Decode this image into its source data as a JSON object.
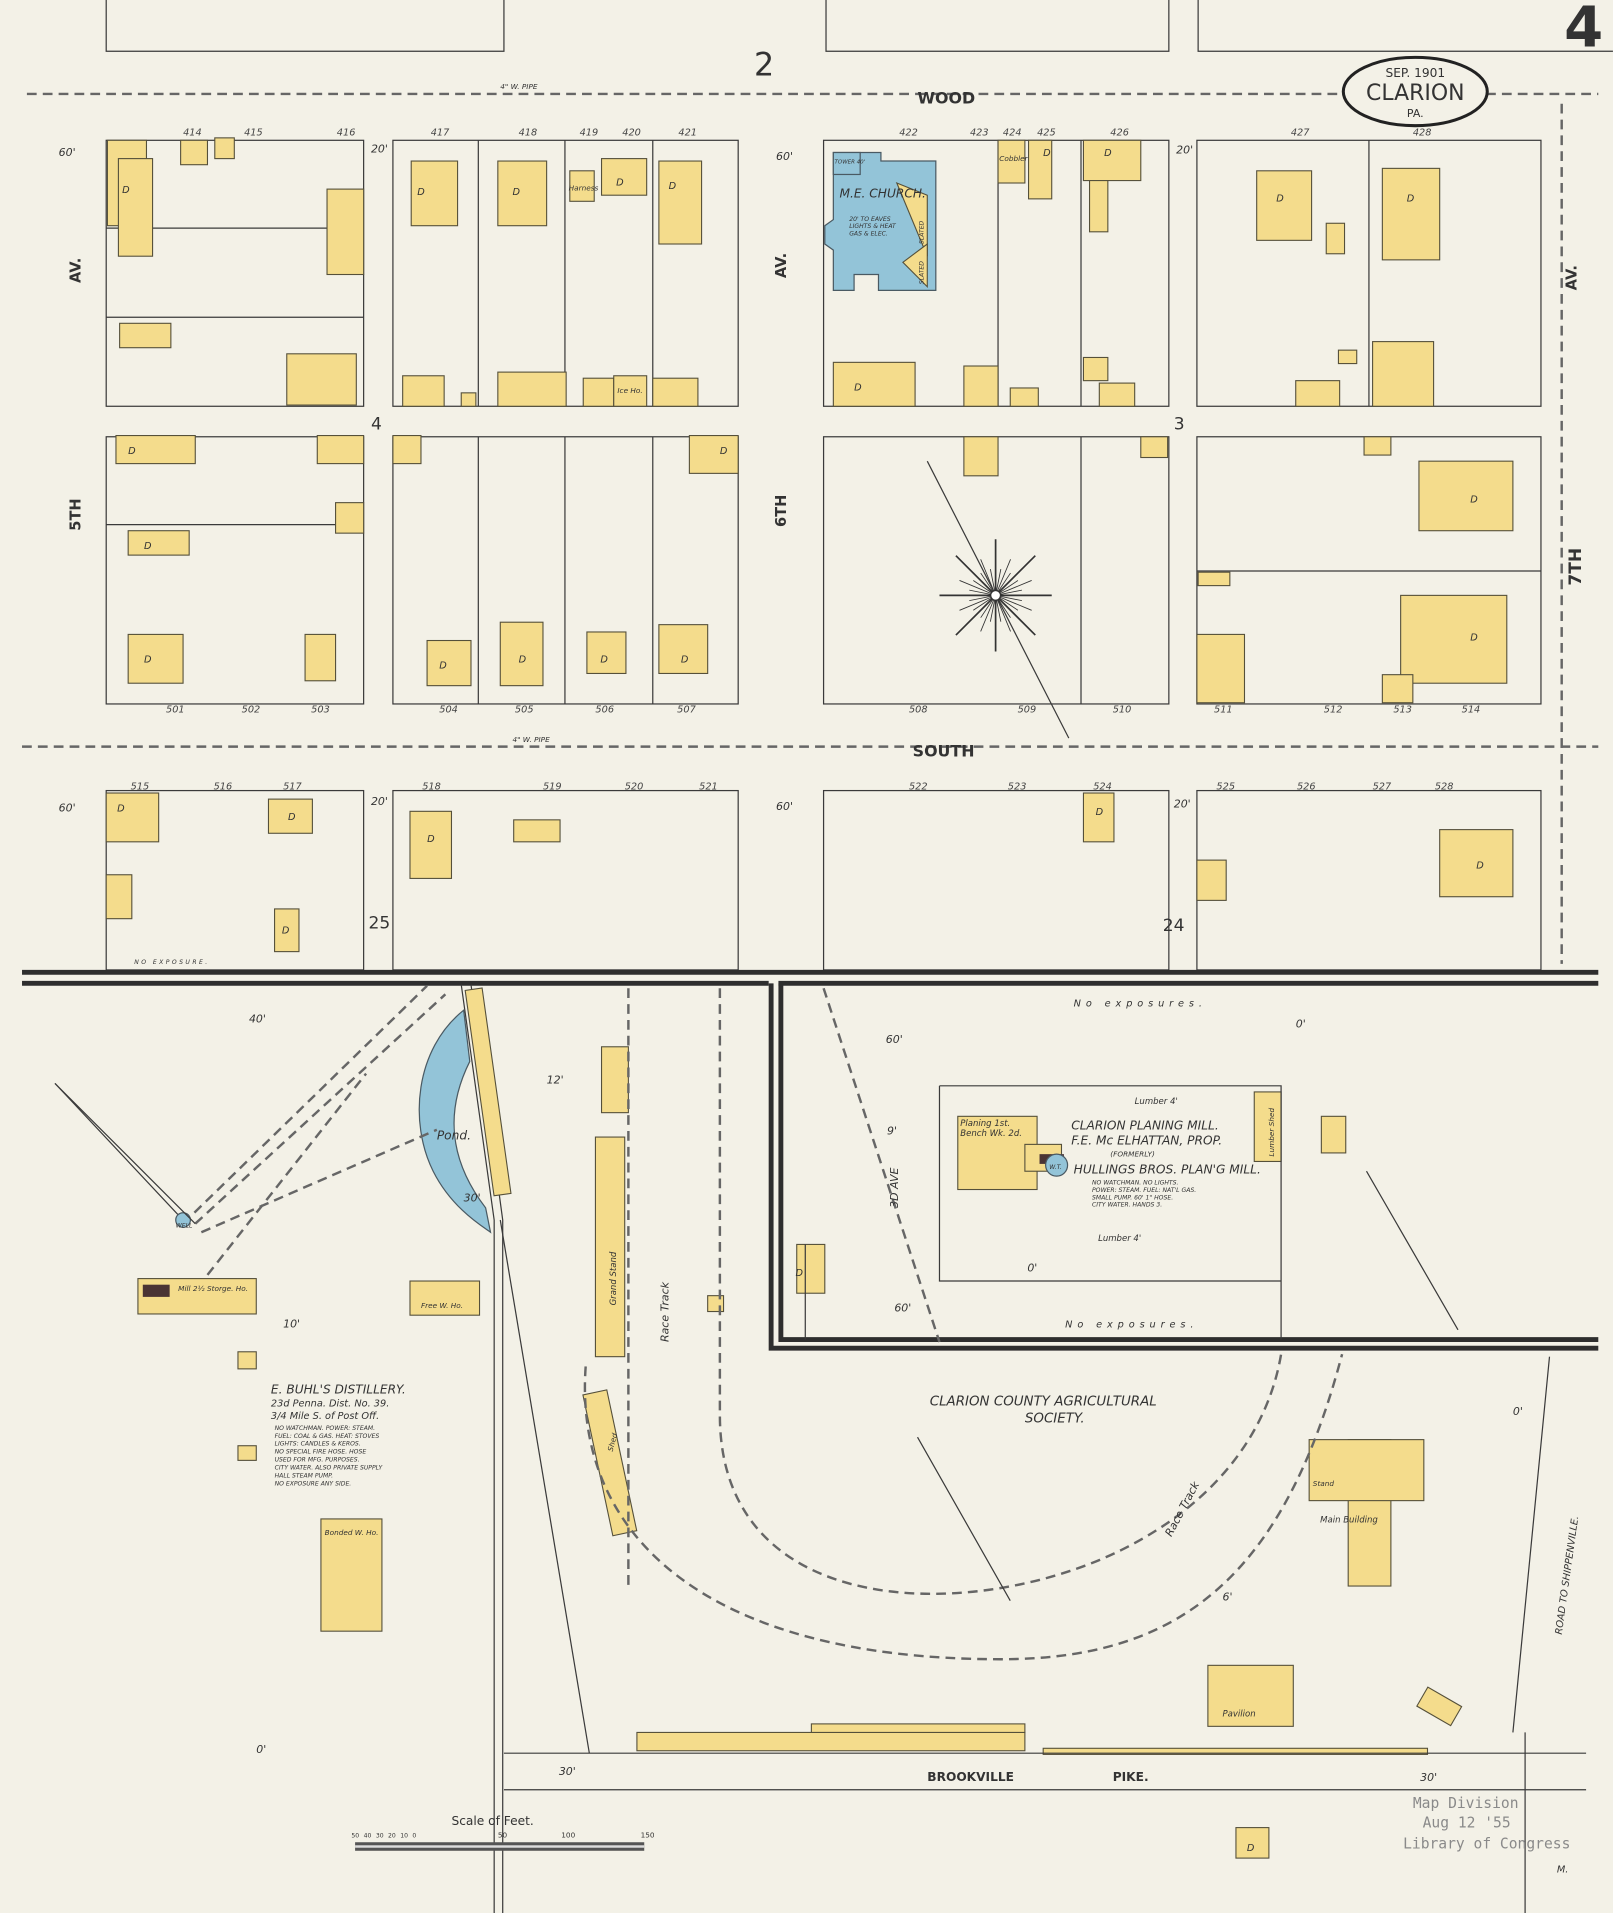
{
  "sheet": {
    "number": "4",
    "adjacent_sheet": "2",
    "cartouche": {
      "date": "SEP. 1901",
      "town": "CLARION",
      "state": "PA."
    }
  },
  "streets": {
    "wood": "WOOD",
    "south": "SOUTH",
    "fifth_av": "5TH",
    "sixth_av": "6TH",
    "seventh_av": "7TH",
    "av_label": "AV.",
    "third_ave": "3D AVE",
    "brookville_pike_1": "BROOKVILLE",
    "brookville_pike_2": "PIKE.",
    "road_to_shippenville": "ROAD TO SHIPPENVILLE.",
    "water_pipe": "4\" W. PIPE"
  },
  "block_numbers": [
    "4",
    "3",
    "25",
    "24"
  ],
  "lot_numbers": {
    "row1": [
      "414",
      "415",
      "416",
      "417",
      "418",
      "419",
      "420",
      "421",
      "422",
      "423",
      "424",
      "425",
      "426",
      "427",
      "428"
    ],
    "row2": [
      "501",
      "502",
      "503",
      "504",
      "505",
      "506",
      "507",
      "508",
      "509",
      "510",
      "511",
      "512",
      "513",
      "514"
    ],
    "row3": [
      "515",
      "516",
      "517",
      "518",
      "519",
      "520",
      "521",
      "522",
      "523",
      "524",
      "525",
      "526",
      "527",
      "528"
    ]
  },
  "widths": [
    "60'",
    "20'",
    "60'",
    "20'",
    "60'",
    "20'",
    "60'",
    "20'",
    "60'",
    "60'",
    "30'",
    "30'",
    "40'",
    "12'",
    "10'",
    "0'",
    "6'",
    "0'",
    "30'",
    "9'",
    "0'",
    "0'"
  ],
  "buildings": {
    "church": {
      "name": "M.E. CHURCH.",
      "note1": "20' TO EAVES",
      "note2": "LIGHTS & HEAT",
      "note3": "GAS & ELEC.",
      "tower": "TOWER 40'",
      "slated": "SLATED"
    },
    "cobbler": "Cobbler",
    "harness": "Harness",
    "ice_ho": "Ice Ho.",
    "dwelling": "D",
    "planing_mill": {
      "title": "CLARION PLANING MILL.",
      "prop": "F.E. Mc ELHATTAN, PROP.",
      "formerly": "(FORMERLY)",
      "former_name": "HULLINGS BROS. PLAN'G MILL.",
      "notes": [
        "NO WATCHMAN. NO LIGHTS.",
        "POWER: STEAM. FUEL: NAT'L GAS.",
        "SMALL PUMP. 60' 1\" HOSE.",
        "CITY WATER. HANDS 3."
      ],
      "bench": "Planing 1st. Bench Wk. 2d.",
      "water_tank": "W.T.",
      "lumber": "Lumber 4'",
      "lumber_shed": "Lumber Shed"
    },
    "distillery": {
      "title": "E. BUHL'S DISTILLERY.",
      "line2": "23d Penna. Dist. No. 39.",
      "line3": "3/4 Mile S. of Post Off.",
      "notes": [
        "NO WATCHMAN. POWER: STEAM.",
        "FUEL: COAL & GAS. HEAT: STOVES",
        "LIGHTS: CANDLES & KEROS.",
        "NO SPECIAL FIRE HOSE. HOSE",
        "USED FOR MFG. PURPOSES.",
        "CITY WATER. ALSO PRIVATE SUPPLY",
        "HALL STEAM PUMP.",
        "NO EXPOSURE ANY SIDE."
      ],
      "mill": "Mill 2½ Storge. Ho.",
      "well": "WELL",
      "bonded": "Bonded W. Ho.",
      "free": "Free W. Ho."
    },
    "pond": "Pond.",
    "grand_stand": "Grand Stand",
    "race_track": "Race Track",
    "shed": "Shed",
    "stand": "Stand",
    "main_building": "Main Building",
    "pavilion": "Pavilion",
    "society_1": "CLARION COUNTY AGRICULTURAL",
    "society_2": "SOCIETY.",
    "no_exposures": "No exposures.",
    "no_exposure": "NO EXPOSURE."
  },
  "scale": {
    "title": "Scale of Feet.",
    "ticks": [
      "50",
      "40",
      "30",
      "20",
      "10",
      "0",
      "50",
      "100",
      "150"
    ]
  },
  "stamp": {
    "line1": "Map Division",
    "line2": "Aug 12 '55",
    "line3": "Library of Congress",
    "initials": "M."
  },
  "colors": {
    "paper": "#f3f1e7",
    "frame": "#f4dc8c",
    "brick": "#e9b7a0",
    "stone": "#93c4d8",
    "ink": "#333333"
  }
}
